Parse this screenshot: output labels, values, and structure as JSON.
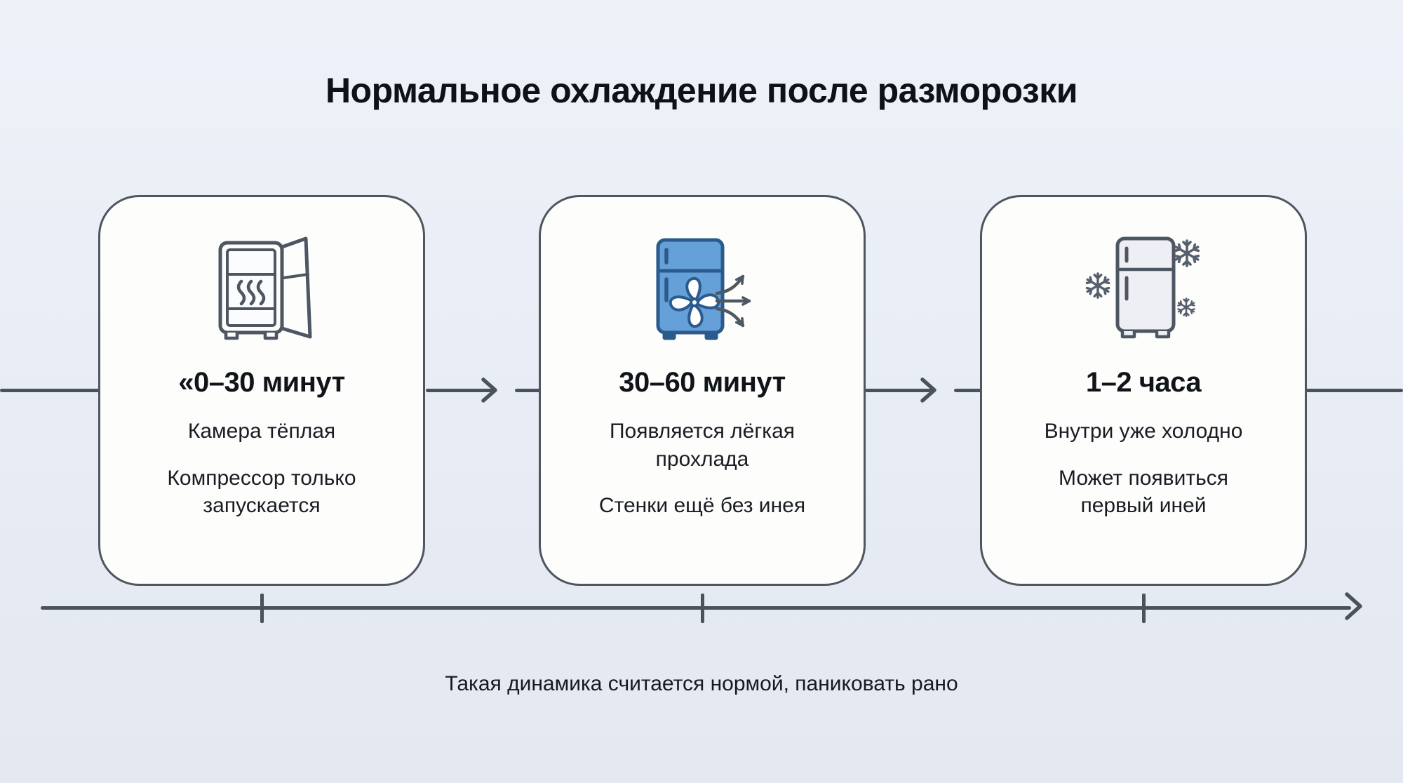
{
  "title": "Нормальное охлаждение после разморозки",
  "caption": "Такая динамика считается нормой, паниковать рано",
  "stages": [
    {
      "title": "«0–30 минут",
      "lines": [
        "Камера тёплая",
        "Компрессор только запускается"
      ],
      "icon": "fridge-open-door-heat-icon"
    },
    {
      "title": "30–60 минут",
      "lines": [
        "Появляется лёгкая прохлада",
        "Стенки ещё без инея"
      ],
      "icon": "fridge-fan-airflow-icon"
    },
    {
      "title": "1–2 часа",
      "lines": [
        "Внутри уже холодно",
        "Может появиться первый иней"
      ],
      "icon": "fridge-snowflakes-frost-icon"
    }
  ],
  "colors": {
    "background": "#e8ecf4",
    "card_background": "#fdfdfc",
    "outline": "#4d5661",
    "connector": "#4a525c",
    "accent_blue": "#66a0d8",
    "accent_blue_dark": "#2b5a8c",
    "text": "#14181d"
  }
}
